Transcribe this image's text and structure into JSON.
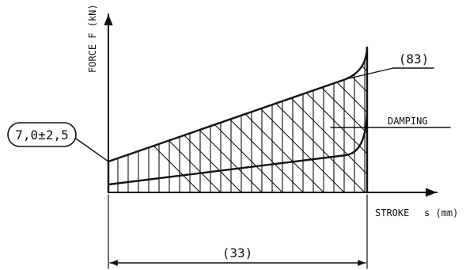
{
  "diagram": {
    "y_axis_label": "FORCE F (kN)",
    "x_axis_label": "STROKE",
    "x_axis_unit": "s (mm)",
    "initial_force_label": "7,0±2,5",
    "end_force_label": "(83)",
    "damping_label": "DAMPING",
    "stroke_dimension_label": "(33)"
  }
}
